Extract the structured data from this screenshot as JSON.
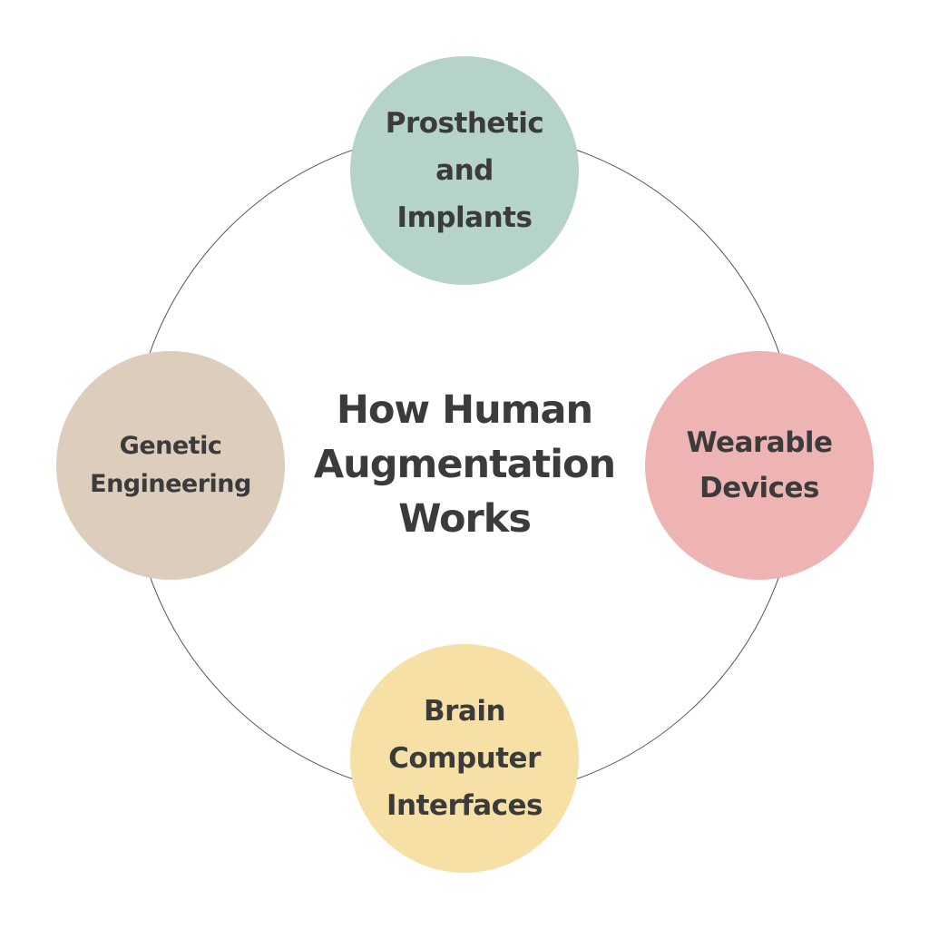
{
  "title": {
    "lines": [
      "How Human",
      "Augmentation",
      "Works"
    ]
  },
  "nodes": {
    "top": {
      "lines": [
        "Prosthetic",
        "and",
        "Implants"
      ],
      "color": "#b5d3c6"
    },
    "right": {
      "lines": [
        "Wearable",
        "Devices"
      ],
      "color": "#eeb3b3"
    },
    "bottom": {
      "lines": [
        "Brain",
        "Computer",
        "Interfaces"
      ],
      "color": "#f6e0a6"
    },
    "left": {
      "lines": [
        "Genetic",
        "Engineering"
      ],
      "color": "#dccdbc"
    }
  },
  "colors": {
    "text": "#3b3b3b",
    "ring": "#555555",
    "background": "#ffffff"
  }
}
